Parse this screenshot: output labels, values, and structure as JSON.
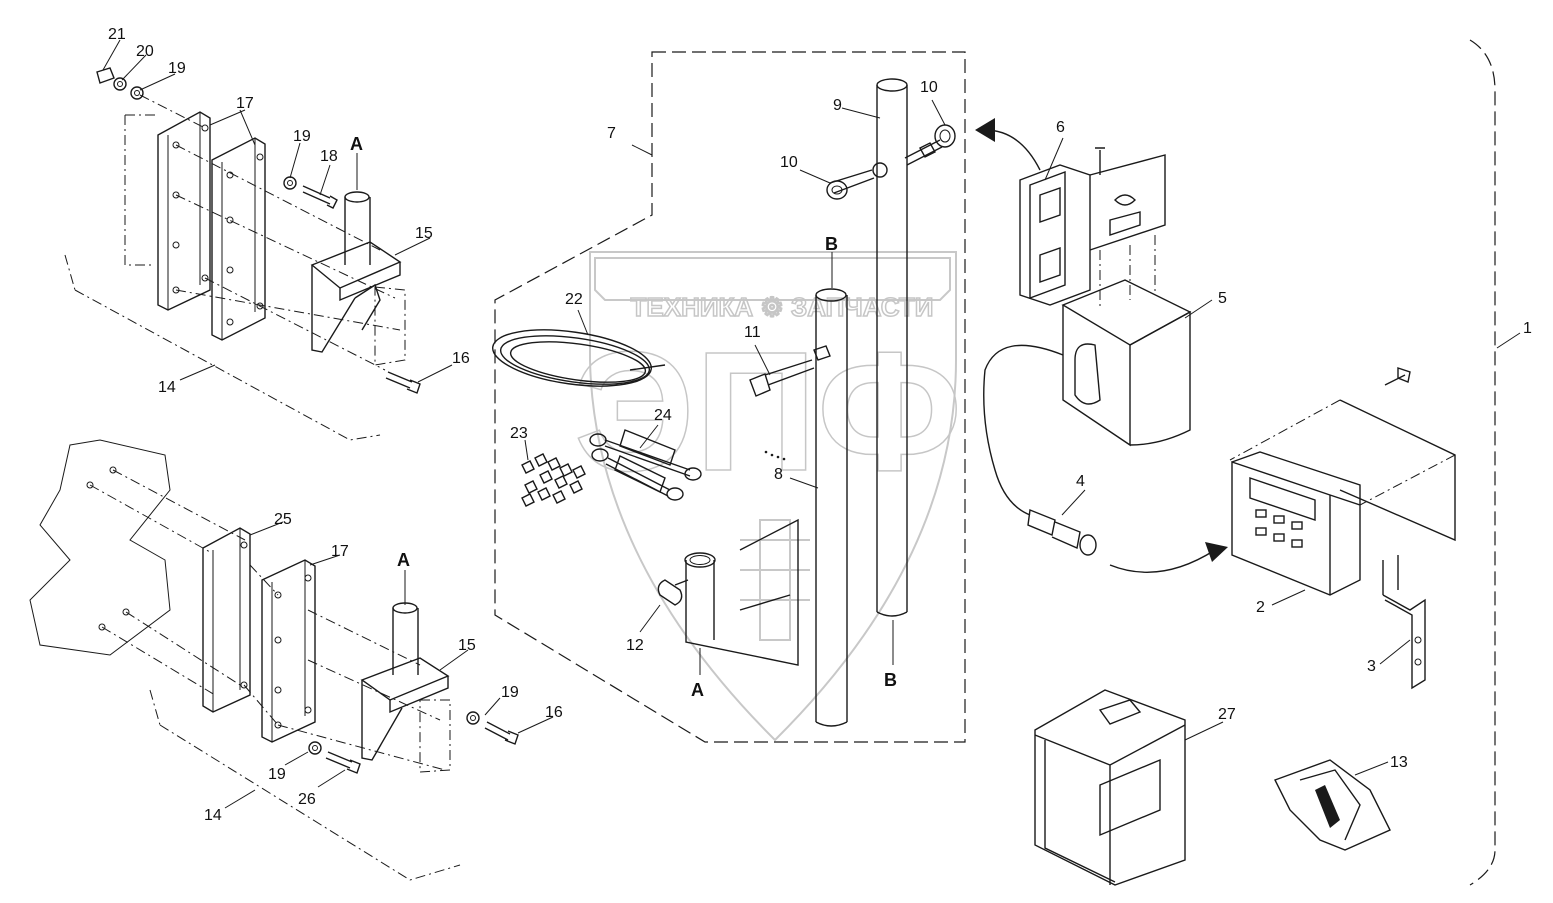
{
  "watermark": {
    "top_text": "ТЕХНИКА ⚙ ЗАПЧАСТИ",
    "logo_text": "ЭПФ"
  },
  "section_labels": {
    "a": "A",
    "b": "B"
  },
  "callouts": [
    "1",
    "2",
    "3",
    "4",
    "5",
    "6",
    "7",
    "8",
    "9",
    "10",
    "11",
    "12",
    "13",
    "14",
    "15",
    "16",
    "17",
    "18",
    "19",
    "20",
    "21",
    "22",
    "23",
    "24",
    "25",
    "26",
    "27"
  ]
}
